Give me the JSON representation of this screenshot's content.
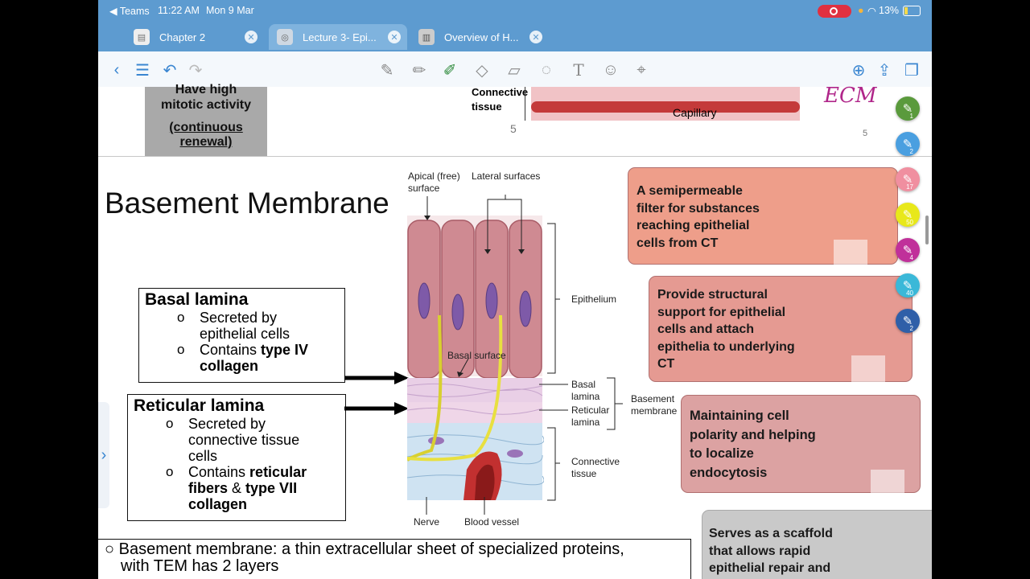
{
  "status": {
    "app": "◀ Teams",
    "time": "11:22 AM",
    "date": "Mon 9 Mar",
    "battery": "13%"
  },
  "tabs": [
    {
      "label": "Chapter 2"
    },
    {
      "label": "Lecture 3- Epi..."
    },
    {
      "label": "Overview of H..."
    }
  ],
  "prev_page": {
    "box_line1": "Have high",
    "box_line2": "mitotic activity",
    "box_line3": "(continuous",
    "box_line4": "renewal)",
    "label_ct1": "Connective",
    "label_ct2": "tissue",
    "page_num": "5",
    "capillary": "Capillary",
    "ecm_note": "ECM",
    "page_num_right": "5"
  },
  "slide": {
    "title": "Basement Membrane",
    "basal": {
      "heading": "Basal lamina",
      "item1_a": "Secreted by",
      "item1_b": "epithelial cells",
      "item2_a": "Contains ",
      "item2_b": "type IV",
      "item2_c": "collagen"
    },
    "reticular": {
      "heading": "Reticular lamina",
      "item1_a": "Secreted by",
      "item1_b": "connective tissue",
      "item1_c": "cells",
      "item2_a": "Contains ",
      "item2_b": "reticular",
      "item2_c": "fibers",
      "item2_d": " & ",
      "item2_e": "type VII",
      "item2_f": "collagen"
    },
    "diagram": {
      "apical1": "Apical (free)",
      "apical2": "surface",
      "lateral": "Lateral surfaces",
      "epithelium": "Epithelium",
      "basal_surface": "Basal surface",
      "basal_lamina1": "Basal",
      "basal_lamina2": "lamina",
      "reticular_lamina1": "Reticular",
      "reticular_lamina2": "lamina",
      "basement1": "Basement",
      "basement2": "membrane",
      "ct1": "Connective",
      "ct2": "tissue",
      "nerve": "Nerve",
      "blood": "Blood vessel"
    },
    "functions": [
      {
        "lines": [
          "A semipermeable",
          "filter for substances",
          "reaching epithelial",
          "cells from CT"
        ],
        "color": "#ee9e8a"
      },
      {
        "lines": [
          "Provide structural",
          "support for epithelial",
          "cells and attach",
          "epithelia to underlying",
          "CT"
        ],
        "color": "#e59a92"
      },
      {
        "lines": [
          "Maintaining cell",
          "polarity and helping",
          "to localize",
          "endocytosis"
        ],
        "color": "#dca2a2"
      },
      {
        "lines": [
          "Serves as a scaffold",
          "that allows rapid",
          "epithelial repair and"
        ],
        "color": "#c9c9c9"
      }
    ],
    "bottom_line1": "Basement membrane: a thin extracellular sheet of specialized proteins,",
    "bottom_line2": "with TEM has 2 layers"
  },
  "pens": [
    {
      "color": "#5a9a3c",
      "count": "1"
    },
    {
      "color": "#4a9fe0",
      "count": "2"
    },
    {
      "color": "#f08fa0",
      "count": "17"
    },
    {
      "color": "#e8e81a",
      "count": "50"
    },
    {
      "color": "#c0309a",
      "count": "4"
    },
    {
      "color": "#3ab8d8",
      "count": "40"
    },
    {
      "color": "#2f5fa8",
      "count": "2"
    }
  ]
}
